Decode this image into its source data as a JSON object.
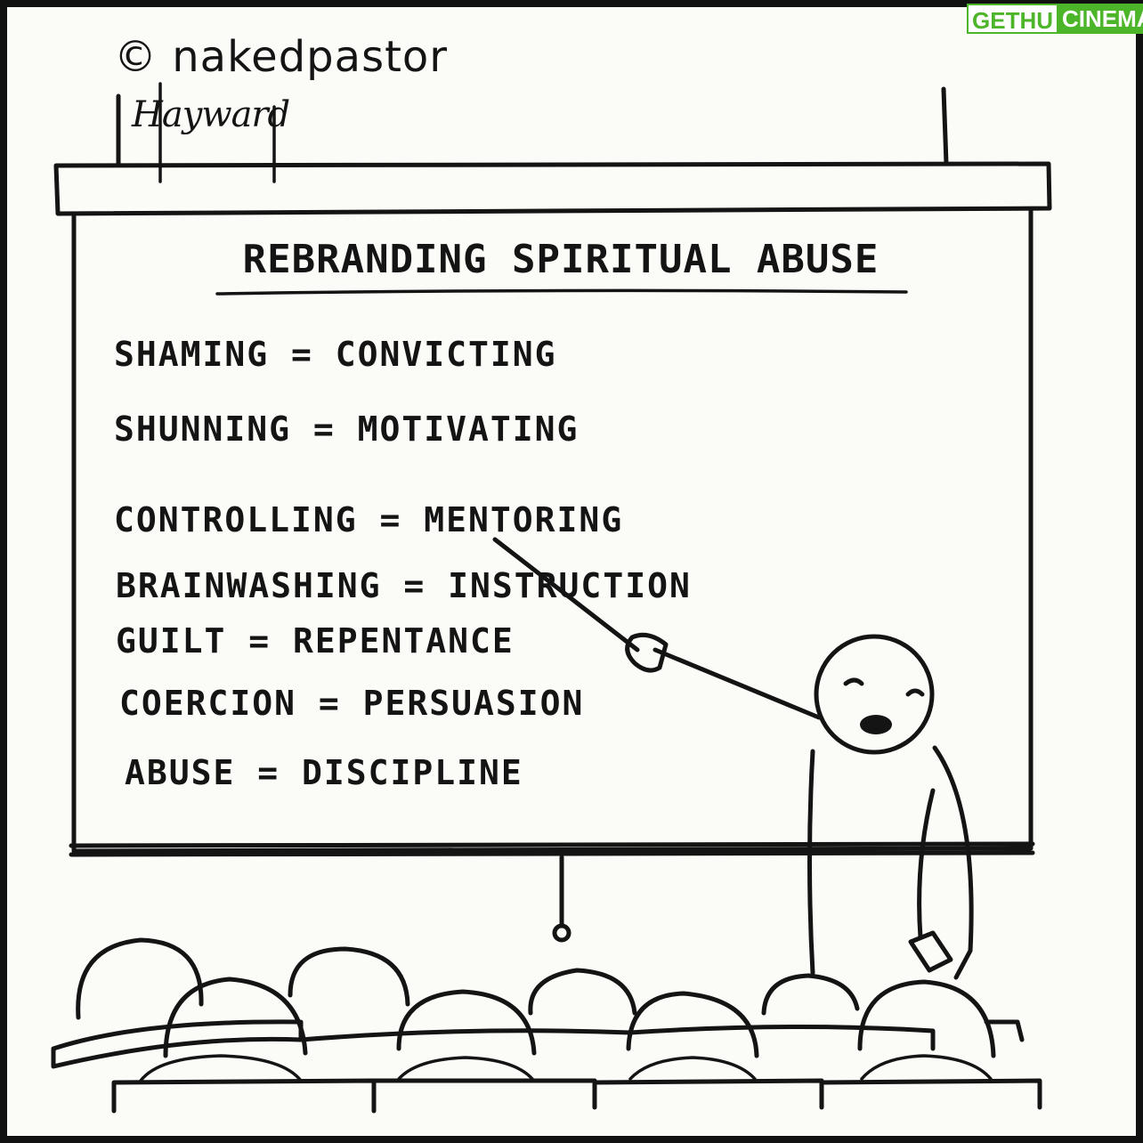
{
  "credit": "© nakedpastor",
  "signature": "Hayward",
  "badge": {
    "left": "GETHU",
    "right": "CINEMA",
    "color": "#4db52a"
  },
  "screen": {
    "title": "REBRANDING SPIRITUAL ABUSE",
    "entries": [
      "SHAMING = CONVICTING",
      "SHUNNING = MOTIVATING",
      "CONTROLLING = MENTORING",
      "BRAINWASHING = INSTRUCTION",
      "GUILT = REPENTANCE",
      "COERCION = PERSUASION",
      "ABUSE = DISCIPLINE"
    ]
  }
}
